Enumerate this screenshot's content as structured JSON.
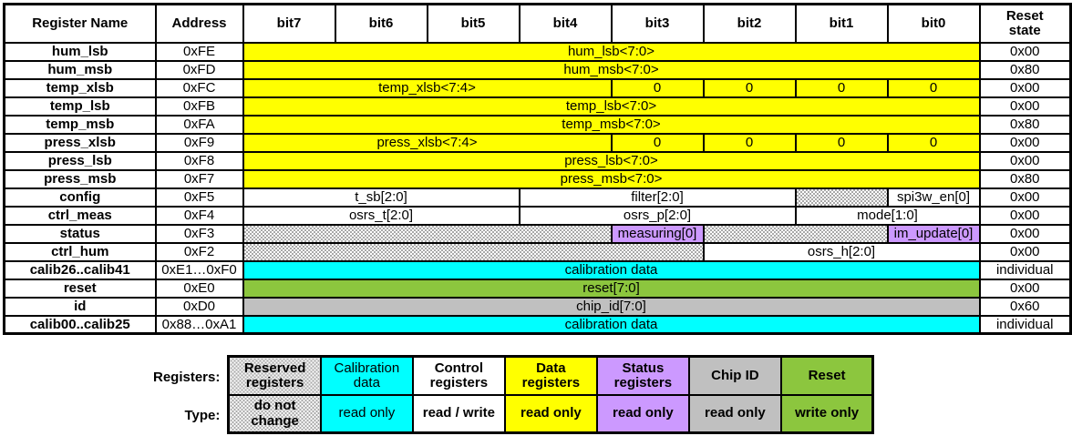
{
  "table": {
    "columns": [
      {
        "key": "name",
        "label": "Register Name"
      },
      {
        "key": "addr",
        "label": "Address"
      },
      {
        "key": "bit7",
        "label": "bit7"
      },
      {
        "key": "bit6",
        "label": "bit6"
      },
      {
        "key": "bit5",
        "label": "bit5"
      },
      {
        "key": "bit4",
        "label": "bit4"
      },
      {
        "key": "bit3",
        "label": "bit3"
      },
      {
        "key": "bit2",
        "label": "bit2"
      },
      {
        "key": "bit1",
        "label": "bit1"
      },
      {
        "key": "bit0",
        "label": "bit0"
      },
      {
        "key": "reset",
        "label": "Reset state"
      }
    ],
    "header": {
      "register_name": "Register Name",
      "address": "Address",
      "bit7": "bit7",
      "bit6": "bit6",
      "bit5": "bit5",
      "bit4": "bit4",
      "bit3": "bit3",
      "bit2": "bit2",
      "bit1": "bit1",
      "bit0": "bit0",
      "reset_state_line1": "Reset",
      "reset_state_line2": "state"
    },
    "rows": [
      {
        "name": "hum_lsb",
        "addr": "0xFE",
        "reset": "0x00",
        "cells": [
          {
            "text": "hum_lsb<7:0>",
            "span": 8,
            "type": "data"
          }
        ]
      },
      {
        "name": "hum_msb",
        "addr": "0xFD",
        "reset": "0x80",
        "cells": [
          {
            "text": "hum_msb<7:0>",
            "span": 8,
            "type": "data"
          }
        ]
      },
      {
        "name": "temp_xlsb",
        "addr": "0xFC",
        "reset": "0x00",
        "cells": [
          {
            "text": "temp_xlsb<7:4>",
            "span": 4,
            "type": "data"
          },
          {
            "text": "0",
            "span": 1,
            "type": "data"
          },
          {
            "text": "0",
            "span": 1,
            "type": "data"
          },
          {
            "text": "0",
            "span": 1,
            "type": "data"
          },
          {
            "text": "0",
            "span": 1,
            "type": "data"
          }
        ]
      },
      {
        "name": "temp_lsb",
        "addr": "0xFB",
        "reset": "0x00",
        "cells": [
          {
            "text": "temp_lsb<7:0>",
            "span": 8,
            "type": "data"
          }
        ]
      },
      {
        "name": "temp_msb",
        "addr": "0xFA",
        "reset": "0x80",
        "cells": [
          {
            "text": "temp_msb<7:0>",
            "span": 8,
            "type": "data"
          }
        ]
      },
      {
        "name": "press_xlsb",
        "addr": "0xF9",
        "reset": "0x00",
        "cells": [
          {
            "text": "press_xlsb<7:4>",
            "span": 4,
            "type": "data"
          },
          {
            "text": "0",
            "span": 1,
            "type": "data"
          },
          {
            "text": "0",
            "span": 1,
            "type": "data"
          },
          {
            "text": "0",
            "span": 1,
            "type": "data"
          },
          {
            "text": "0",
            "span": 1,
            "type": "data"
          }
        ]
      },
      {
        "name": "press_lsb",
        "addr": "0xF8",
        "reset": "0x00",
        "cells": [
          {
            "text": "press_lsb<7:0>",
            "span": 8,
            "type": "data"
          }
        ]
      },
      {
        "name": "press_msb",
        "addr": "0xF7",
        "reset": "0x80",
        "cells": [
          {
            "text": "press_msb<7:0>",
            "span": 8,
            "type": "data"
          }
        ]
      },
      {
        "name": "config",
        "addr": "0xF5",
        "reset": "0x00",
        "cells": [
          {
            "text": "t_sb[2:0]",
            "span": 3,
            "type": "control"
          },
          {
            "text": "filter[2:0]",
            "span": 3,
            "type": "control"
          },
          {
            "text": "",
            "span": 1,
            "type": "reserved"
          },
          {
            "text": "spi3w_en[0]",
            "span": 1,
            "type": "control"
          }
        ]
      },
      {
        "name": "ctrl_meas",
        "addr": "0xF4",
        "reset": "0x00",
        "cells": [
          {
            "text": "osrs_t[2:0]",
            "span": 3,
            "type": "control"
          },
          {
            "text": "osrs_p[2:0]",
            "span": 3,
            "type": "control"
          },
          {
            "text": "mode[1:0]",
            "span": 2,
            "type": "control"
          }
        ]
      },
      {
        "name": "status",
        "addr": "0xF3",
        "reset": "0x00",
        "cells": [
          {
            "text": "",
            "span": 4,
            "type": "reserved"
          },
          {
            "text": "measuring[0]",
            "span": 1,
            "type": "status"
          },
          {
            "text": "",
            "span": 2,
            "type": "reserved"
          },
          {
            "text": "im_update[0]",
            "span": 1,
            "type": "status"
          }
        ]
      },
      {
        "name": "ctrl_hum",
        "addr": "0xF2",
        "reset": "0x00",
        "cells": [
          {
            "text": "",
            "span": 5,
            "type": "reserved"
          },
          {
            "text": "osrs_h[2:0]",
            "span": 3,
            "type": "control"
          }
        ]
      },
      {
        "name": "calib26..calib41",
        "addr": "0xE1…0xF0",
        "reset": "individual",
        "cells": [
          {
            "text": "calibration data",
            "span": 8,
            "type": "calib"
          }
        ]
      },
      {
        "name": "reset",
        "addr": "0xE0",
        "reset": "0x00",
        "cells": [
          {
            "text": "reset[7:0]",
            "span": 8,
            "type": "reset"
          }
        ]
      },
      {
        "name": "id",
        "addr": "0xD0",
        "reset": "0x60",
        "cells": [
          {
            "text": "chip_id[7:0]",
            "span": 8,
            "type": "chipid"
          }
        ]
      },
      {
        "name": "calib00..calib25",
        "addr": "0x88…0xA1",
        "reset": "individual",
        "cells": [
          {
            "text": "calibration data",
            "span": 8,
            "type": "calib"
          }
        ]
      }
    ]
  },
  "legend": {
    "row_label_registers": "Registers:",
    "row_label_type": "Type:",
    "entries": [
      {
        "registers": "Reserved registers",
        "type": "do not change",
        "swatch": "reserved",
        "bold_registers": true,
        "bold_type": true
      },
      {
        "registers": "Calibration data",
        "type": "read only",
        "swatch": "calib",
        "bold_registers": false,
        "bold_type": false
      },
      {
        "registers": "Control registers",
        "type": "read / write",
        "swatch": "control",
        "bold_registers": true,
        "bold_type": true
      },
      {
        "registers": "Data registers",
        "type": "read only",
        "swatch": "data",
        "bold_registers": true,
        "bold_type": true
      },
      {
        "registers": "Status registers",
        "type": "read only",
        "swatch": "status",
        "bold_registers": true,
        "bold_type": true
      },
      {
        "registers": "Chip ID",
        "type": "read only",
        "swatch": "chipid",
        "bold_registers": true,
        "bold_type": true
      },
      {
        "registers": "Reset",
        "type": "write only",
        "swatch": "reset",
        "bold_registers": true,
        "bold_type": true
      }
    ]
  },
  "colors": {
    "data_registers": "#ffff00",
    "calibration_data": "#00ffff",
    "control_registers": "#ffffff",
    "status_registers": "#cc99ff",
    "chip_id": "#c0c0c0",
    "reset": "#8cc63e",
    "reserved_hatch": "#a8a8a8",
    "border": "#000000"
  }
}
